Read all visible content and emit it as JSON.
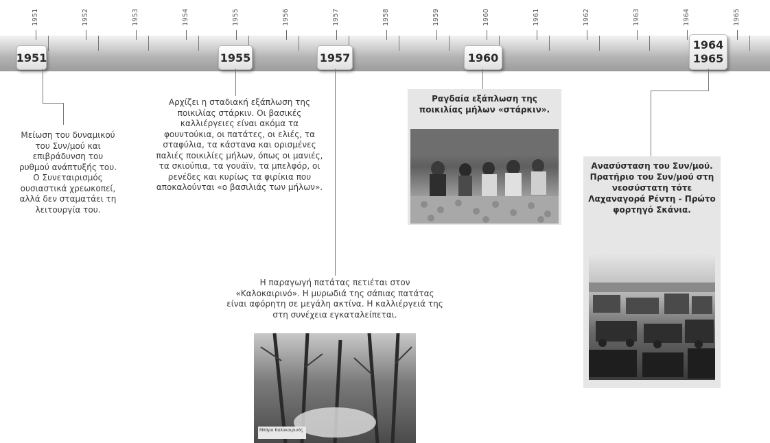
{
  "axis_years": [
    "1951",
    "1952",
    "1953",
    "1954",
    "1955",
    "1956",
    "1957",
    "1958",
    "1959",
    "1960",
    "1961",
    "1962",
    "1963",
    "1964",
    "1965"
  ],
  "markers": {
    "m1951": "1951",
    "m1955": "1955",
    "m1957": "1957",
    "m1960": "1960",
    "m1964_a": "1964",
    "m1964_b": "1965"
  },
  "events": {
    "e1951": "Μείωση του δυναμικού του Συν/μού και επιβράδυνση του ρυθμού ανάπτυξής του. Ο Συνεταιρισμός ουσιαστικά χρεωκοπεί, αλλά δεν σταματάει τη λειτουργία του.",
    "e1955": "Αρχίζει η σταδιακή εξάπλωση της ποικιλίας στάρκιν. Οι βασικές καλλιέργειες είναι ακόμα τα φουντούκια, οι πατάτες, οι ελιές, τα σταφύλια, τα κάστανα και ορισμένες παλιές ποικιλίες μήλων, όπως οι μανιές, τα σκιούπια, τα γουάϊν, τα μπελφόρ, οι ρενέδες και κυρίως τα φιρίκια που αποκαλούνται «ο βασιλιάς των μήλων».",
    "e1957": "Η παραγωγή πατάτας πετιέται στον «Καλοκαιρινό». Η μυρωδιά της σάπιας πατάτας είναι αφόρητη σε μεγάλη ακτίνα. Η καλλιέργειά της στη συνέχεια εγκαταλείπεται.",
    "e1960": "Ραγδαία εξάπλωση της ποικιλίας μήλων «στάρκιν».",
    "e1964": "Ανασύσταση του Συν/μού. Πρατήριο του Συν/μού στη νεοσύστατη τότε Λαχαναγορά Ρέντη - Πρώτο φορτηγό Σκάνια."
  },
  "photos": {
    "p1957_caption": "Μπάρα Καλοκαιρινός"
  },
  "colors": {
    "bar_dark": "#9c9c9c",
    "bar_light": "#f2f2f2",
    "box_bg": "#e6e6e6",
    "line": "#777777"
  }
}
